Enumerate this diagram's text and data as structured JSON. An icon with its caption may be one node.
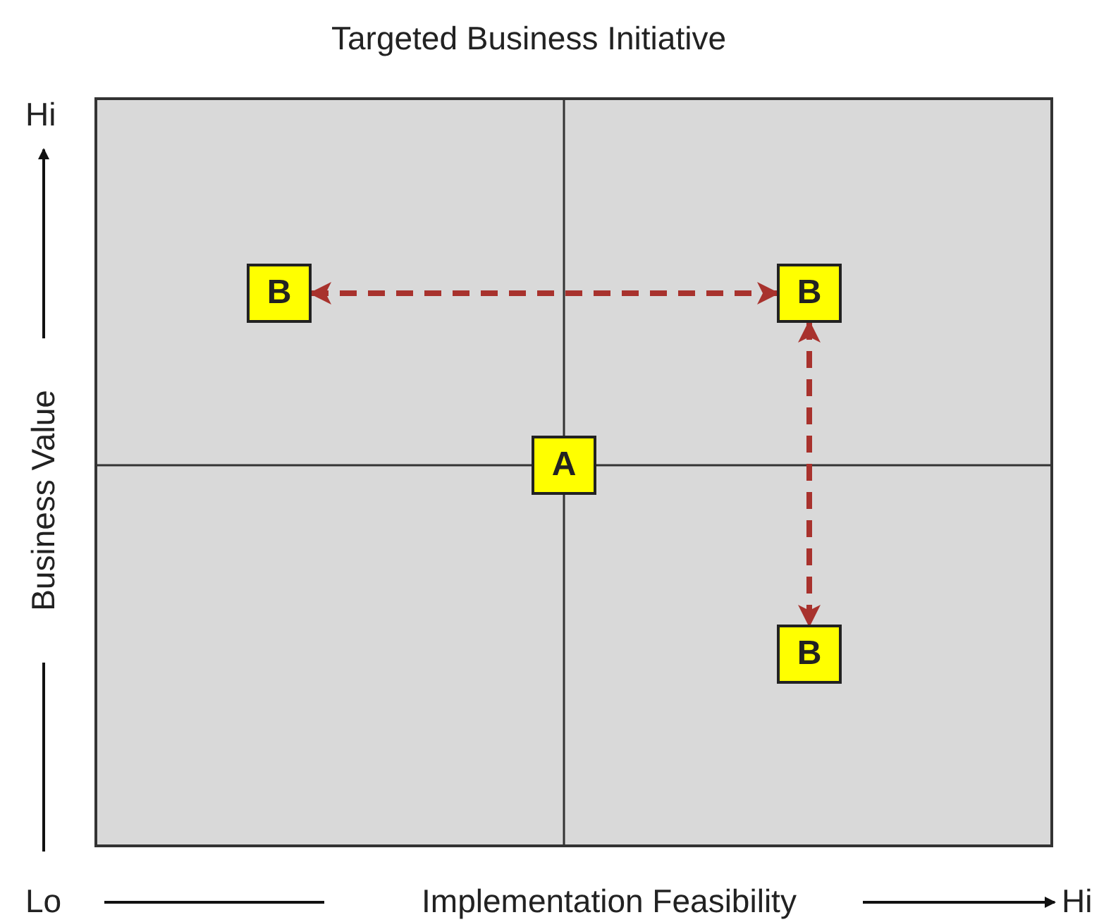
{
  "diagram": {
    "title": "Targeted Business Initiative",
    "nodes": [
      {
        "text": [
          "B"
        ]
      },
      {
        "text": [
          "B"
        ]
      },
      {
        "text": [
          "A"
        ]
      },
      {
        "text": [
          "B"
        ]
      }
    ],
    "edges": [
      {
        "from": 0,
        "to": 1,
        "arrow": "both",
        "style": "dashed"
      },
      {
        "from": 1,
        "to": 3,
        "arrow": "both",
        "style": "dashed"
      }
    ],
    "labels": [
      "Hi",
      "Business Value",
      "Lo",
      "Implementation Feasibility",
      "Hi"
    ]
  }
}
